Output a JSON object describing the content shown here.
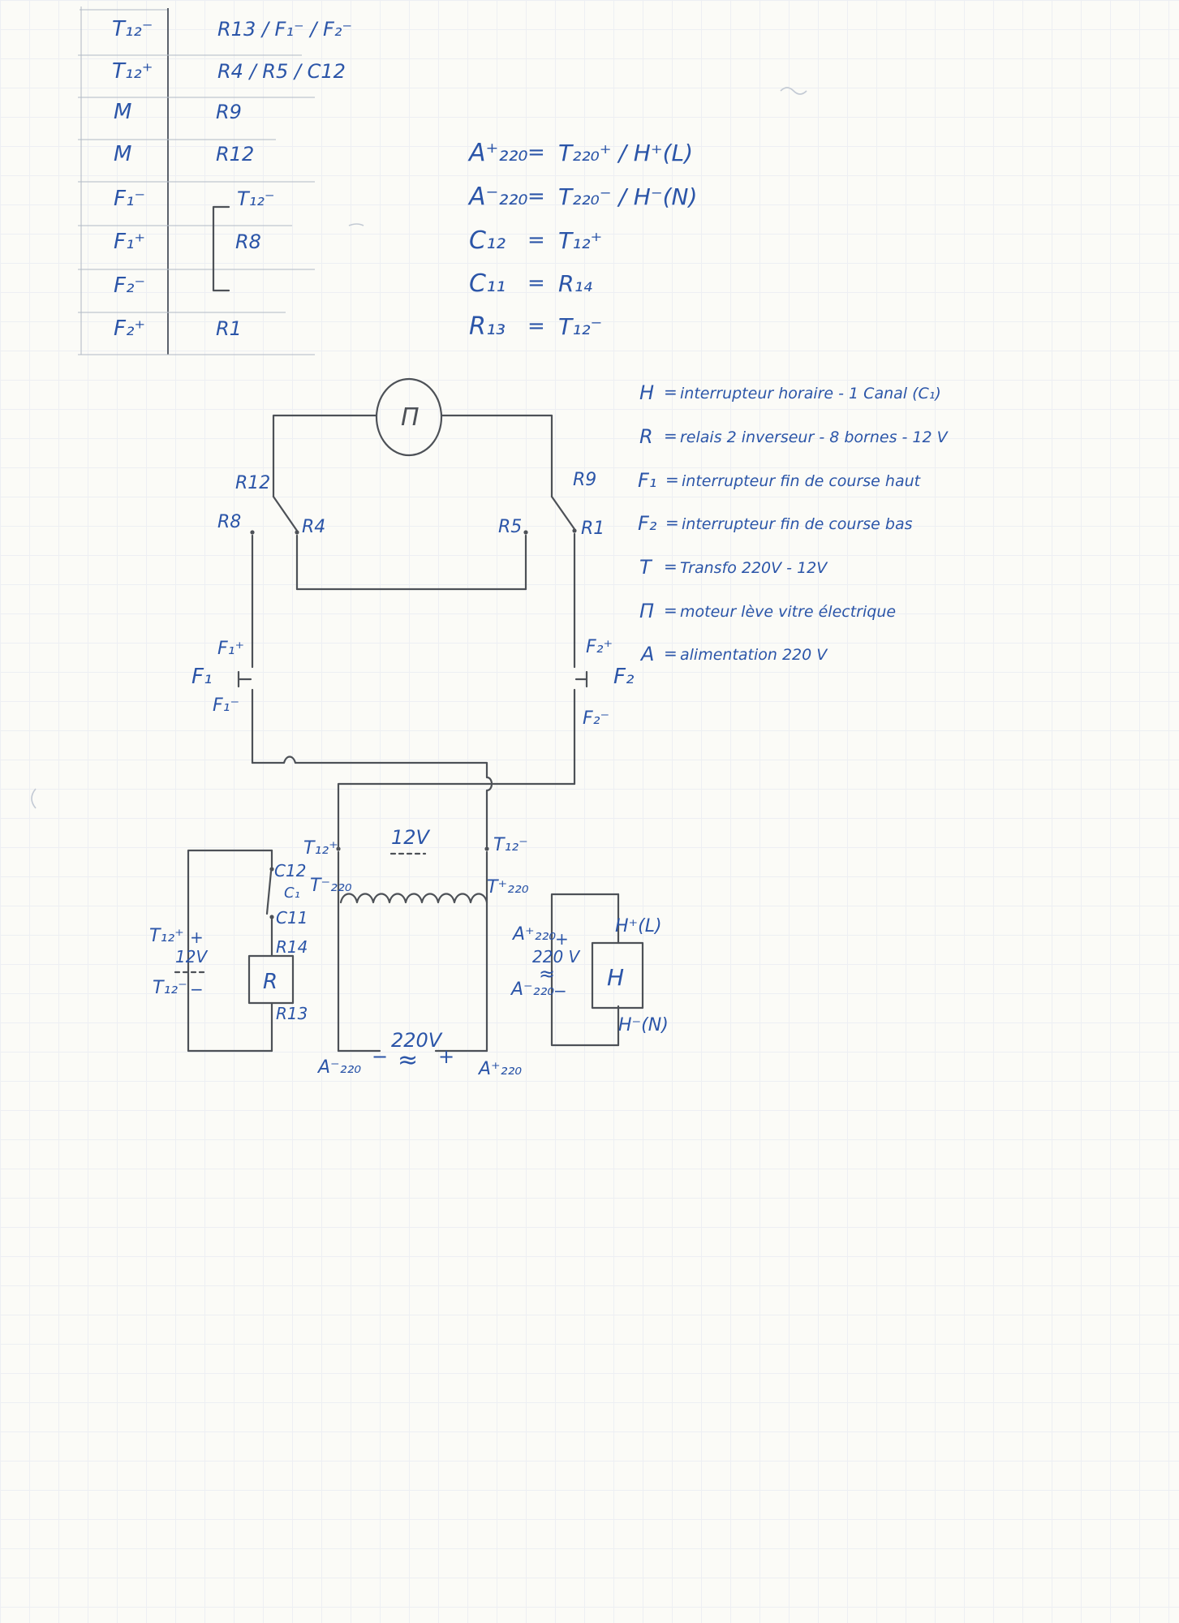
{
  "colors": {
    "ink": "#2b55a8",
    "pencil": "#4d5157",
    "faint_grid": "#edeff3"
  },
  "symbols": {
    "equals": "=",
    "plus": "+",
    "minus": "−",
    "ac": "≈"
  },
  "table": {
    "rows": [
      {
        "left": "T₁₂⁻",
        "right": "R13 / F₁⁻ / F₂⁻"
      },
      {
        "left": "T₁₂⁺",
        "right": "R4 / R5 / C12"
      },
      {
        "left": "M",
        "right": "R9"
      },
      {
        "left": "M",
        "right": "R12"
      },
      {
        "left": "F₁⁻",
        "right": "T₁₂⁻"
      },
      {
        "left": "F₁⁺",
        "right": "R8"
      },
      {
        "left": "F₂⁻",
        "right": ""
      },
      {
        "left": "F₂⁺",
        "right": "R1"
      }
    ]
  },
  "equations": [
    {
      "lhs": "A⁺₂₂₀",
      "rhs": "T₂₂₀⁺ / H⁺(L)"
    },
    {
      "lhs": "A⁻₂₂₀",
      "rhs": "T₂₂₀⁻ / H⁻(N)"
    },
    {
      "lhs": "C₁₂",
      "rhs": "T₁₂⁺"
    },
    {
      "lhs": "C₁₁",
      "rhs": "R₁₄"
    },
    {
      "lhs": "R₁₃",
      "rhs": "T₁₂⁻"
    }
  ],
  "legend": [
    {
      "sym": "H",
      "text": "interrupteur horaire - 1 Canal (C₁)"
    },
    {
      "sym": "R",
      "text": "relais 2 inverseur - 8 bornes - 12 V"
    },
    {
      "sym": "F₁",
      "text": "interrupteur fin de course haut"
    },
    {
      "sym": "F₂",
      "text": "interrupteur fin de course bas"
    },
    {
      "sym": "T",
      "text": "Transfo 220V - 12V"
    },
    {
      "sym": "Π",
      "text": "moteur lève vitre électrique"
    },
    {
      "sym": "A",
      "text": "alimentation 220 V"
    }
  ],
  "circuit": {
    "motor": "Π",
    "r12": "R12",
    "r9": "R9",
    "r8": "R8",
    "r4": "R4",
    "r5": "R5",
    "r1": "R1",
    "f1_plus": "F₁⁺",
    "f1": "F₁",
    "f1_minus": "F₁⁻",
    "f2_plus": "F₂⁺",
    "f2": "F₂",
    "f2_minus": "F₂⁻"
  },
  "transformer": {
    "v12": "12V",
    "t12_plus": "T₁₂⁺",
    "t12_minus": "T₁₂⁻",
    "t220_minus": "T⁻₂₂₀",
    "t220_plus": "T⁺₂₂₀",
    "v220": "220V",
    "a220_minus": "A⁻₂₂₀",
    "a220_plus": "A⁺₂₂₀"
  },
  "relay": {
    "c12": "C12",
    "cn": "C₁",
    "c11": "C11",
    "r14": "R14",
    "r13": "R13",
    "box": "R",
    "t12_plus": "T₁₂⁺",
    "v12": "12V",
    "t12_minus": "T₁₂⁻"
  },
  "hunit": {
    "a220_plus": "A⁺₂₂₀",
    "v220": "220 V",
    "a220_minus": "A⁻₂₂₀",
    "h_plus": "H⁺(L)",
    "h_minus": "H⁻(N)",
    "box": "H"
  }
}
